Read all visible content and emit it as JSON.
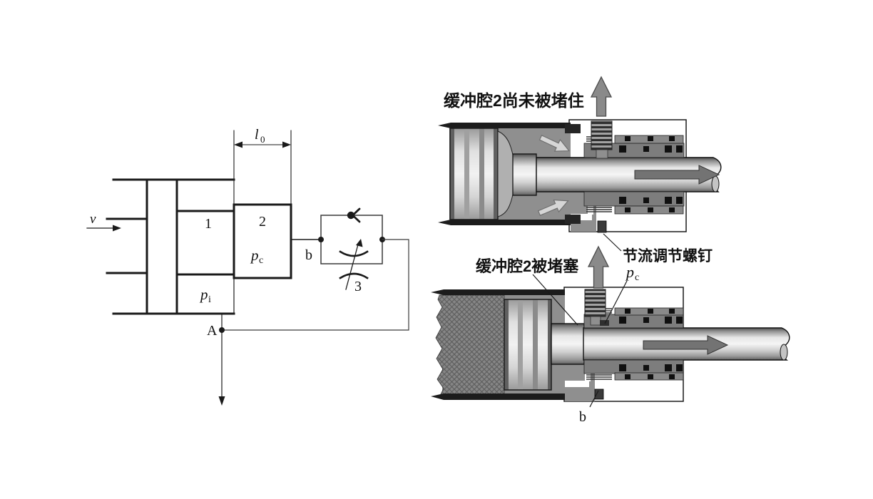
{
  "figure": {
    "schematic": {
      "velocity": "v",
      "cushion_length": {
        "base": "l",
        "sub": "0"
      },
      "piston_label": "1",
      "plunger_label": "2",
      "valve_label": "3",
      "cushion_pressure": {
        "base": "p",
        "sub": "c"
      },
      "chamber_pressure": {
        "base": "p",
        "sub": "i"
      },
      "port_b": "b",
      "node_a": "A"
    },
    "views": {
      "top": {
        "caption": "缓冲腔2尚未被堵住"
      },
      "bottom": {
        "caption": "缓冲腔2被堵塞",
        "pressure": {
          "base": "p",
          "sub": "c"
        },
        "port": "b"
      },
      "screw_label": "节流调节螺钉"
    },
    "colors": {
      "line": "#1a1a1a",
      "body_gray": "#8f8f8f",
      "arrow_gray": "#7a7a7a",
      "light_band": "#e8e8e8"
    }
  }
}
